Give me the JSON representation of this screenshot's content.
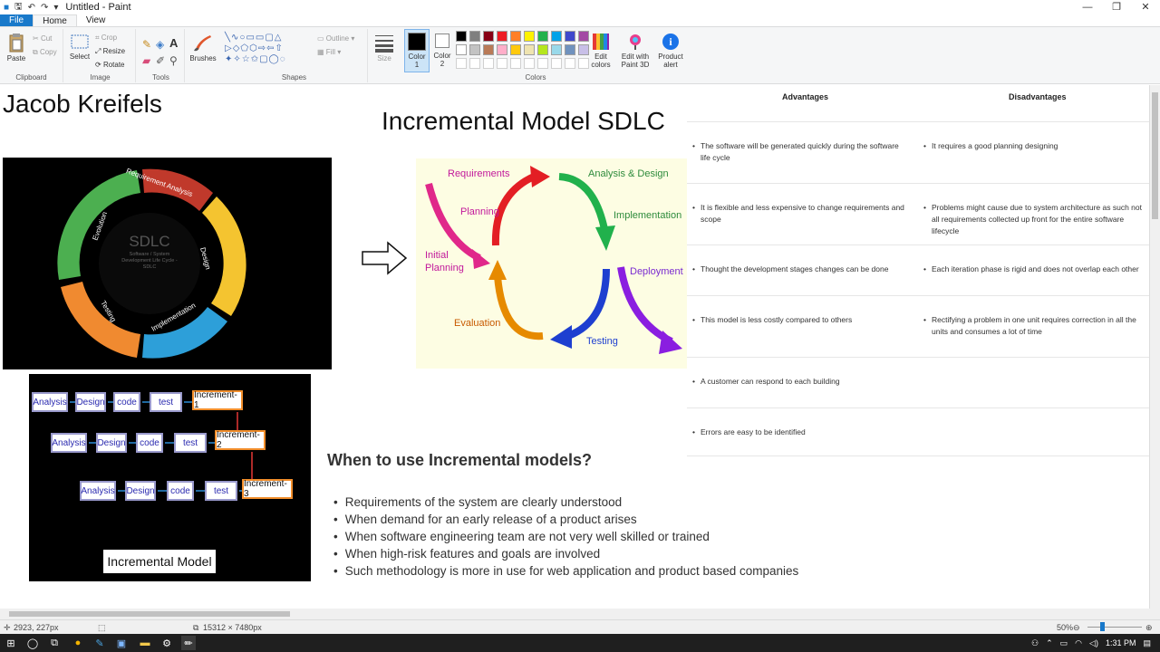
{
  "window": {
    "title": "Untitled - Paint"
  },
  "tabs": [
    "File",
    "Home",
    "View"
  ],
  "ribbon": {
    "clipboard": {
      "label": "Clipboard",
      "paste": "Paste",
      "cut": "Cut",
      "copy": "Copy"
    },
    "image": {
      "label": "Image",
      "select": "Select",
      "crop": "Crop",
      "resize": "Resize",
      "rotate": "Rotate"
    },
    "tools": {
      "label": "Tools"
    },
    "brushes": "Brushes",
    "shapes": {
      "label": "Shapes",
      "outline": "Outline",
      "fill": "Fill"
    },
    "size": "Size",
    "color1": "Color 1",
    "color2": "Color 2",
    "colors_label": "Colors",
    "edit_colors": "Edit colors",
    "edit_3d": "Edit with Paint 3D",
    "product_alert": "Product alert",
    "palette": [
      "#000000",
      "#7f7f7f",
      "#880015",
      "#ed1c24",
      "#ff7f27",
      "#fff200",
      "#22b14c",
      "#00a2e8",
      "#3f48cc",
      "#a349a4",
      "#ffffff",
      "#c3c3c3",
      "#b97a57",
      "#ffaec9",
      "#ffc90e",
      "#efe4b0",
      "#b5e61d",
      "#99d9ea",
      "#7092be",
      "#c8bfe7"
    ]
  },
  "canvas": {
    "author": "Jacob Kreifels",
    "title": "Incremental Model SDLC",
    "sdlc_wheel": {
      "center": "SDLC",
      "sub": "Software / System Development Life Cycle - SDLC",
      "segments": [
        "Requirement Analysis",
        "Design",
        "Implementation",
        "Testing",
        "Evolution"
      ]
    },
    "cycle_labels": {
      "requirements": "Requirements",
      "analysis": "Analysis & Design",
      "planning": "Planning",
      "implementation": "Implementation",
      "initial": "Initial",
      "planning2": "Planning",
      "deployment": "Deployment",
      "evaluation": "Evaluation",
      "testing": "Testing"
    },
    "incremental": {
      "rows": [
        {
          "steps": [
            "Analysis",
            "Design",
            "code",
            "test"
          ],
          "inc": "Increment-1"
        },
        {
          "steps": [
            "Analysis",
            "Design",
            "code",
            "test"
          ],
          "inc": "Increment-2"
        },
        {
          "steps": [
            "Analysis",
            "Design",
            "code",
            "test"
          ],
          "inc": "Increment-3"
        }
      ],
      "title": "Incremental Model"
    },
    "when_heading": "When to use Incremental models?",
    "when_list": [
      "Requirements of the system are clearly understood",
      "When demand for an early release of a product arises",
      "When software engineering team are not very well skilled or trained",
      "When high-risk features and goals are involved",
      "Such methodology is more in use for web application and product based companies"
    ],
    "table": {
      "headers": [
        "Advantages",
        "Disadvantages"
      ],
      "rows": [
        [
          "The software will be generated quickly during the software life cycle",
          "It requires a good planning designing"
        ],
        [
          "It is flexible and less expensive to change requirements and scope",
          "Problems might cause due to system architecture as such not all requirements collected up front for the entire software lifecycle"
        ],
        [
          "Thought the development stages changes can be done",
          "Each iteration phase is rigid and does not overlap each other"
        ],
        [
          "This model is less costly compared to others",
          "Rectifying a problem in one unit requires correction in all the units and consumes a lot of time"
        ],
        [
          "A customer can respond to each building",
          ""
        ],
        [
          "Errors are easy to be identified",
          ""
        ]
      ]
    }
  },
  "status": {
    "cursor": "2923, 227px",
    "size": "15312 × 7480px",
    "zoom": "50%"
  },
  "taskbar": {
    "time": "1:31 PM"
  }
}
